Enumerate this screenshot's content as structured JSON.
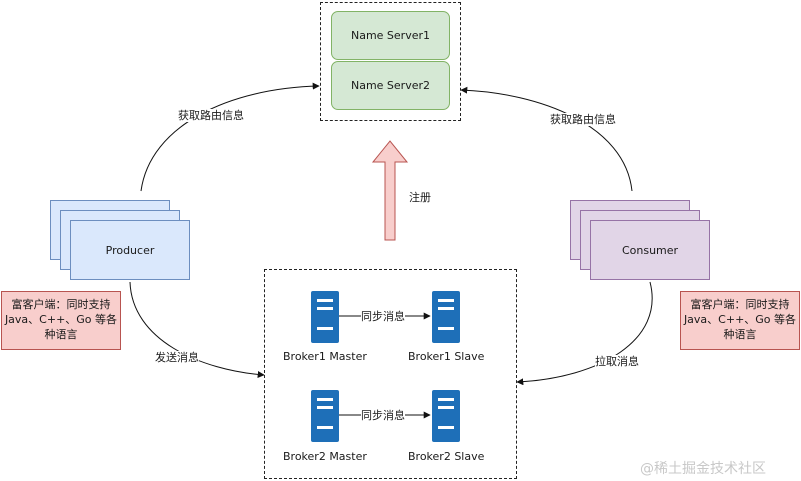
{
  "name_servers": [
    "Name Server1",
    "Name Server2"
  ],
  "producer": {
    "label": "Producer",
    "note": [
      "富客户端：同时支持",
      "Java、C++、Go 等各",
      "种语言"
    ]
  },
  "consumer": {
    "label": "Consumer",
    "note": [
      "富客户端：同时支持",
      "Java、C++、Go 等各",
      "种语言"
    ]
  },
  "edges": {
    "producer_route": "获取路由信息",
    "consumer_route": "获取路由信息",
    "register": "注册",
    "send": "发送消息",
    "pull": "拉取消息",
    "sync1": "同步消息",
    "sync2": "同步消息"
  },
  "brokers": {
    "b1_master": "Broker1 Master",
    "b1_slave": "Broker1 Slave",
    "b2_master": "Broker2 Master",
    "b2_slave": "Broker2 Slave"
  },
  "watermark": "@稀土掘金技术社区",
  "colors": {
    "server_blue": "#1e6fb8",
    "ns_fill": "#d5e8d4",
    "producer_fill": "#dae8fc",
    "consumer_fill": "#e1d5e7",
    "note_fill": "#f8cecc",
    "register_arrow": "#f8cecc"
  }
}
